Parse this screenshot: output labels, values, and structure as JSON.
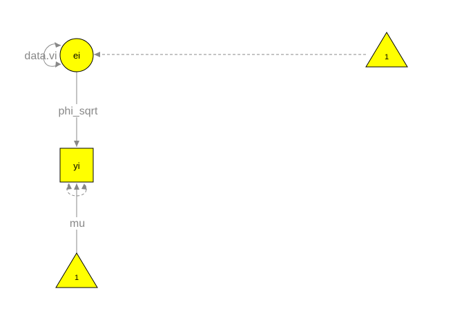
{
  "colors": {
    "node_fill": "#ffff00",
    "node_stroke": "#000000",
    "edge": "#888888",
    "edge_label": "#888888",
    "background": "#ffffff"
  },
  "nodes": {
    "latent_ei": {
      "label": "ei",
      "shape": "circle"
    },
    "observed_yi": {
      "label": "yi",
      "shape": "square"
    },
    "constant_right": {
      "label": "1",
      "shape": "triangle"
    },
    "constant_bottom": {
      "label": "1",
      "shape": "triangle"
    }
  },
  "edges": {
    "ei_self_loop": {
      "label": "data.vi",
      "style": "solid",
      "type": "self-loop"
    },
    "ei_to_yi": {
      "label": "phi_sqrt",
      "style": "solid",
      "type": "path"
    },
    "yi_self_loop": {
      "label": "",
      "style": "dashed",
      "type": "self-loop"
    },
    "const_to_yi": {
      "label": "mu",
      "style": "solid",
      "type": "path"
    },
    "const_to_ei": {
      "label": "",
      "style": "dashed",
      "type": "path"
    }
  }
}
